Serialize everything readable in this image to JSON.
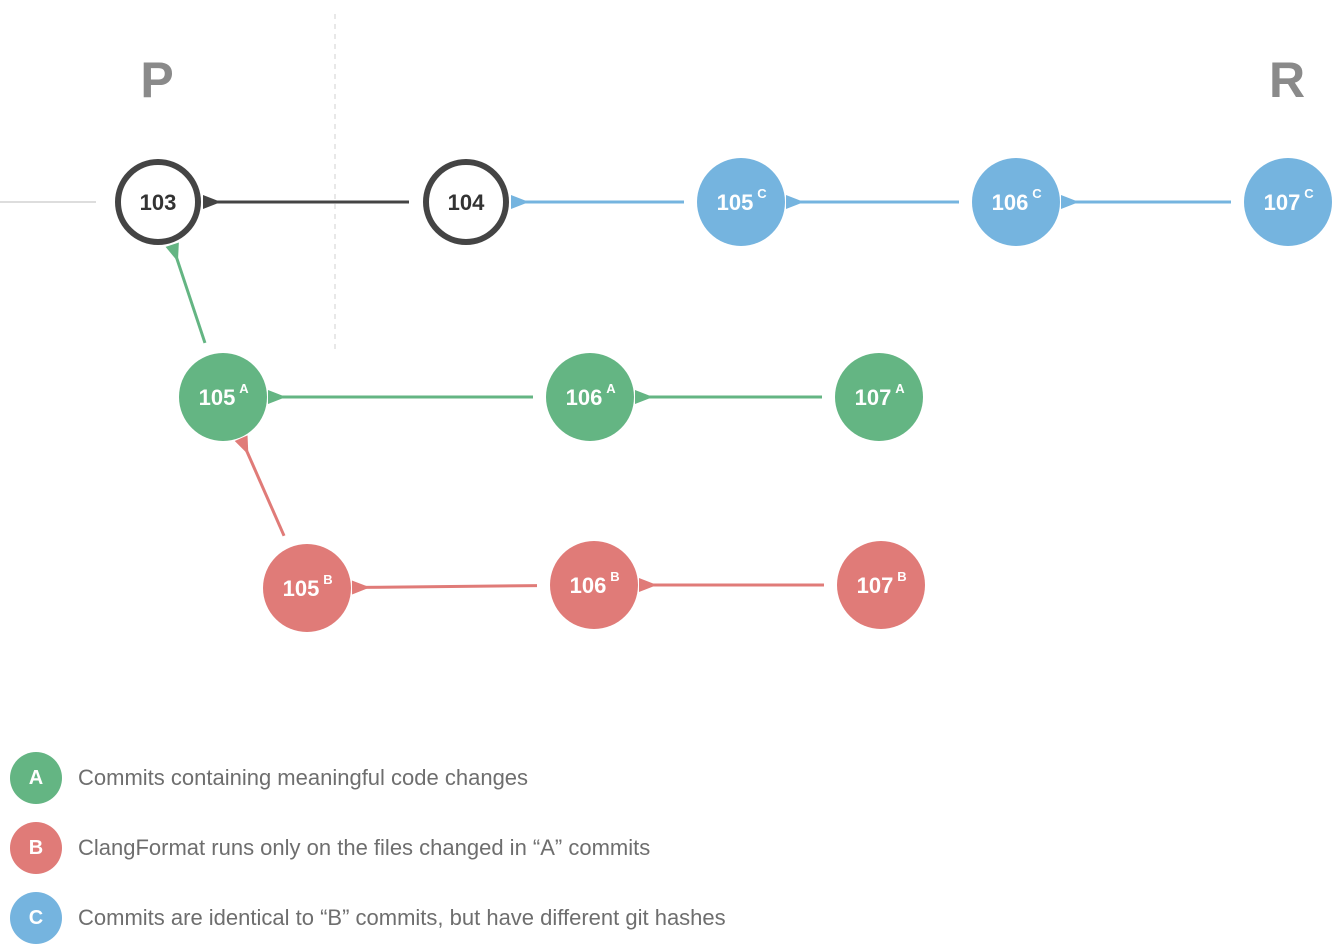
{
  "branches": {
    "left": "P",
    "right": "R"
  },
  "colors": {
    "original": "#444444",
    "A": "#64b583",
    "B": "#e07b78",
    "C": "#75b4df",
    "divider": "#d0d0d0"
  },
  "commits": [
    {
      "id": "c103",
      "number": "103",
      "sup": "",
      "style": "original"
    },
    {
      "id": "c104",
      "number": "104",
      "sup": "",
      "style": "original"
    },
    {
      "id": "c105C",
      "number": "105",
      "sup": "C",
      "style": "C"
    },
    {
      "id": "c106C",
      "number": "106",
      "sup": "C",
      "style": "C"
    },
    {
      "id": "c107C",
      "number": "107",
      "sup": "C",
      "style": "C"
    },
    {
      "id": "c105A",
      "number": "105",
      "sup": "A",
      "style": "A"
    },
    {
      "id": "c106A",
      "number": "106",
      "sup": "A",
      "style": "A"
    },
    {
      "id": "c107A",
      "number": "107",
      "sup": "A",
      "style": "A"
    },
    {
      "id": "c105B",
      "number": "105",
      "sup": "B",
      "style": "B"
    },
    {
      "id": "c106B",
      "number": "106",
      "sup": "B",
      "style": "B"
    },
    {
      "id": "c107B",
      "number": "107",
      "sup": "B",
      "style": "B"
    }
  ],
  "edges": [
    {
      "from": "c104",
      "to": "c103",
      "style": "original"
    },
    {
      "from": "c105C",
      "to": "c104",
      "style": "C"
    },
    {
      "from": "c106C",
      "to": "c105C",
      "style": "C"
    },
    {
      "from": "c107C",
      "to": "c106C",
      "style": "C"
    },
    {
      "from": "c105A",
      "to": "c103",
      "style": "A"
    },
    {
      "from": "c106A",
      "to": "c105A",
      "style": "A"
    },
    {
      "from": "c107A",
      "to": "c106A",
      "style": "A"
    },
    {
      "from": "c105B",
      "to": "c105A",
      "style": "B"
    },
    {
      "from": "c106B",
      "to": "c105B",
      "style": "B"
    },
    {
      "from": "c107B",
      "to": "c106B",
      "style": "B"
    }
  ],
  "legend": [
    {
      "badge": "A",
      "text": "Commits containing meaningful code changes"
    },
    {
      "badge": "B",
      "text": "ClangFormat runs only on the files changed in “A” commits"
    },
    {
      "badge": "C",
      "text": "Commits are identical to “B” commits, but have different git hashes"
    }
  ]
}
